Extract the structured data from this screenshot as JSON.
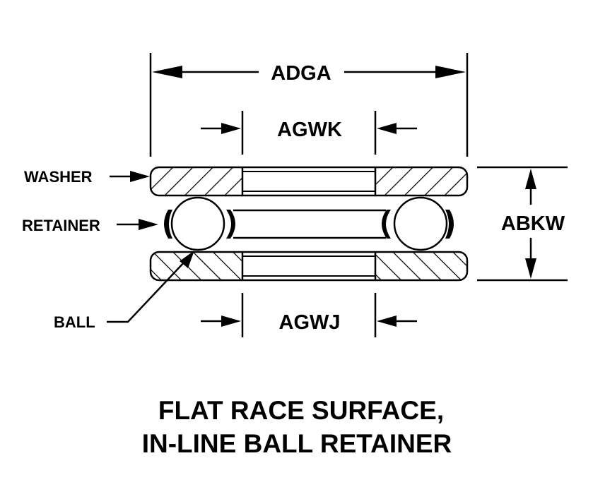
{
  "diagram": {
    "type": "technical drawing",
    "subject": "thrust ball bearing cross-section",
    "callouts": {
      "washer": "WASHER",
      "retainer": "RETAINER",
      "ball": "BALL"
    },
    "dimensions": {
      "overall_diameter": "ADGA",
      "top_bore": "AGWK",
      "bottom_bore": "AGWJ",
      "height": "ABKW"
    },
    "title": {
      "line1": "FLAT RACE SURFACE,",
      "line2": "IN-LINE BALL RETAINER"
    },
    "colors": {
      "ink": "#000000",
      "background": "#ffffff"
    }
  }
}
